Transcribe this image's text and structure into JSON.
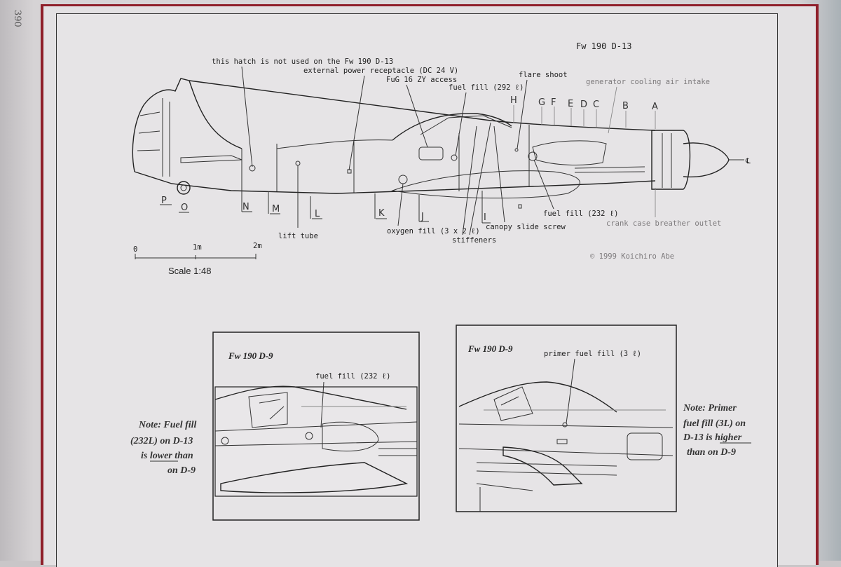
{
  "page": {
    "number": "390"
  },
  "drawing": {
    "title": "Fw 190 D-13",
    "copyright": "© 1999 Koichiro Abe",
    "scale": {
      "label": "Scale 1:48",
      "ticks": [
        "0",
        "1m",
        "2m"
      ]
    },
    "callouts": {
      "hatch": "this hatch is not used on the Fw 190 D-13",
      "power": "external power receptacle (DC 24 V)",
      "fug": "FuG 16 ZY access",
      "fuel292": "fuel fill (292 ℓ)",
      "flare": "flare shoot",
      "generator": "generator cooling air intake",
      "lift": "lift tube",
      "oxygen": "oxygen fill (3 x 2 ℓ)",
      "stiffeners": "stiffeners",
      "canopy": "canopy slide screw",
      "fuel232": "fuel fill (232 ℓ)",
      "crank": "crank case breather outlet",
      "centerline": "℄"
    },
    "letters_top": [
      "H",
      "G",
      "F",
      "E",
      "D",
      "C",
      "B",
      "A"
    ],
    "letters_bottom": [
      "P",
      "O",
      "N",
      "M",
      "L",
      "K",
      "J",
      "I"
    ]
  },
  "insets": [
    {
      "title": "Fw 190 D-9",
      "callout": "fuel fill (232 ℓ)",
      "note": [
        "Note: Fuel fill",
        "(232L) on D-13",
        "is lower than",
        "on D-9"
      ],
      "note_underline": "lower"
    },
    {
      "title": "Fw 190 D-9",
      "callout": "primer fuel fill (3 ℓ)",
      "note": [
        "Note: Primer",
        "fuel fill (3L) on",
        "D-13 is higher",
        "than on D-9"
      ],
      "note_underline": "higher"
    }
  ]
}
